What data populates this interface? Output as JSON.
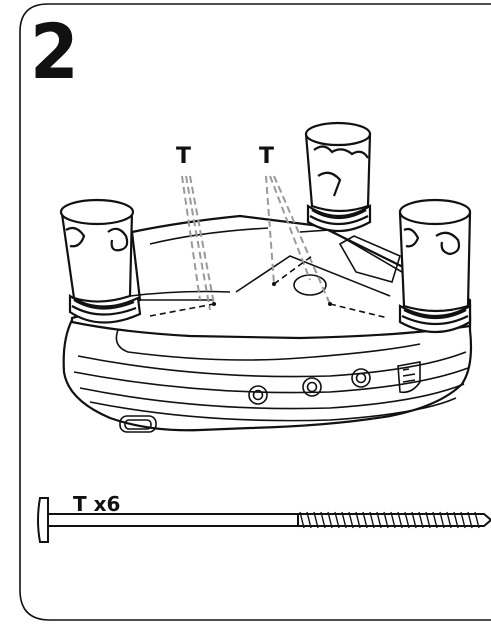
{
  "step": {
    "number": "2"
  },
  "callouts": {
    "left": "T",
    "right": "T"
  },
  "parts": {
    "screw_label": "T x6"
  },
  "colors": {
    "ink": "#111111",
    "paper": "#ffffff",
    "dash": "#9a9a9a"
  }
}
